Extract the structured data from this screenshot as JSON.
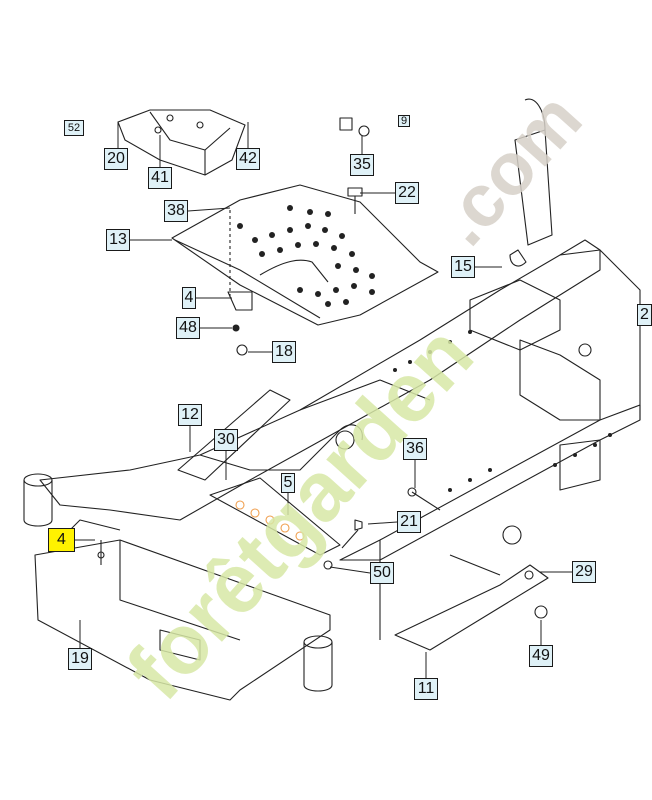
{
  "diagram": {
    "callouts": [
      {
        "id": "c52",
        "label": "52"
      },
      {
        "id": "c9",
        "label": "9"
      },
      {
        "id": "c20",
        "label": "20"
      },
      {
        "id": "c41",
        "label": "41"
      },
      {
        "id": "c42",
        "label": "42"
      },
      {
        "id": "c35",
        "label": "35"
      },
      {
        "id": "c22",
        "label": "22"
      },
      {
        "id": "c38",
        "label": "38"
      },
      {
        "id": "c13",
        "label": "13"
      },
      {
        "id": "c15",
        "label": "15"
      },
      {
        "id": "c4b",
        "label": "4"
      },
      {
        "id": "c48",
        "label": "48"
      },
      {
        "id": "c18",
        "label": "18"
      },
      {
        "id": "c2",
        "label": "2"
      },
      {
        "id": "c12",
        "label": "12"
      },
      {
        "id": "c30",
        "label": "30"
      },
      {
        "id": "c36",
        "label": "36"
      },
      {
        "id": "c5",
        "label": "5"
      },
      {
        "id": "c21",
        "label": "21"
      },
      {
        "id": "c4a",
        "label": "4",
        "selected": true
      },
      {
        "id": "c50",
        "label": "50"
      },
      {
        "id": "c29",
        "label": "29"
      },
      {
        "id": "c19",
        "label": "19"
      },
      {
        "id": "c49",
        "label": "49"
      },
      {
        "id": "c11",
        "label": "11"
      }
    ],
    "highlight_color": "#fff200",
    "callout_fill": "#dff1f7"
  },
  "watermark": {
    "part1": "forêtgarden",
    "part2": ".com",
    "color_green": "#d7e8a6",
    "color_orange": "#f4c49c",
    "color_gray": "#d6d0c8"
  }
}
